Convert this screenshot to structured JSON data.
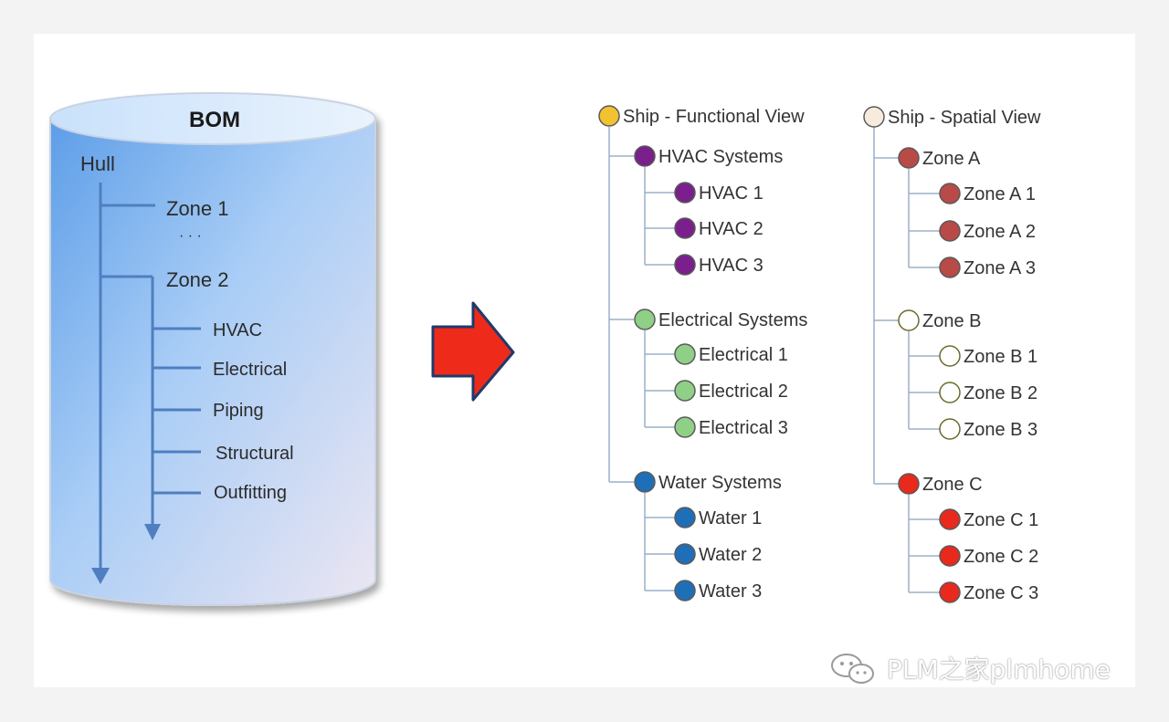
{
  "bom": {
    "title": "BOM",
    "root": "Hull",
    "zone1": "Zone 1",
    "ellipsis": "· · ·",
    "zone2": "Zone 2",
    "subsystems": [
      "HVAC",
      "Electrical",
      "Piping",
      "Structural",
      "Outfitting"
    ]
  },
  "functional": {
    "root": "Ship  - Functional  View",
    "root_color": "#f2c230",
    "groups": [
      {
        "label": "HVAC Systems",
        "color": "#7a1f8c",
        "items": [
          "HVAC 1",
          "HVAC 2",
          "HVAC 3"
        ]
      },
      {
        "label": "Electrical Systems",
        "color": "#8fcf86",
        "items": [
          "Electrical 1",
          "Electrical 2",
          "Electrical 3"
        ]
      },
      {
        "label": "Water Systems",
        "color": "#1f6fb8",
        "items": [
          "Water 1",
          "Water 2",
          "Water 3"
        ]
      }
    ]
  },
  "spatial": {
    "root": "Ship  - Spatial View",
    "root_color": "#f7ebdd",
    "groups": [
      {
        "label": "Zone A",
        "color": "#b84a48",
        "items": [
          "Zone A 1",
          "Zone A 2",
          "Zone A 3"
        ]
      },
      {
        "label": "Zone B",
        "color": "#ffffff",
        "items": [
          "Zone B 1",
          "Zone B 2",
          "Zone B 3"
        ]
      },
      {
        "label": "Zone C",
        "color": "#e8291c",
        "items": [
          "Zone C 1",
          "Zone C 2",
          "Zone C 3"
        ]
      }
    ]
  },
  "arrow_color": "#ee2a1b",
  "watermark": "PLM之家plmhome"
}
